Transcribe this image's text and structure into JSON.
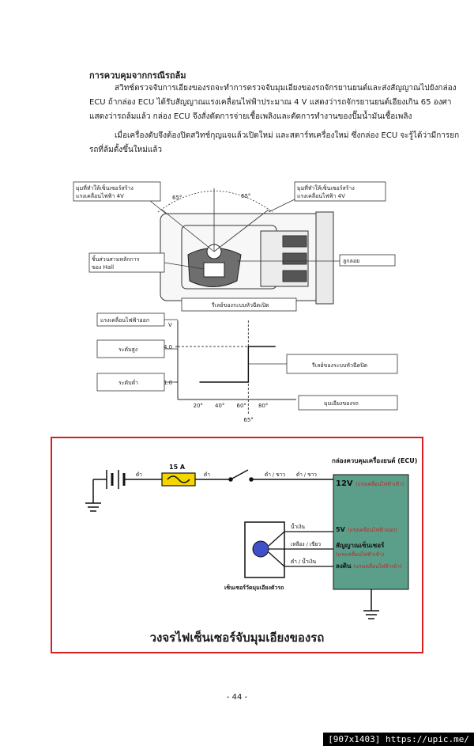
{
  "document": {
    "heading": "การควบคุมจากกรณีรถล้ม",
    "paragraph1": "สวิทช์ตรวจจับการเอียงของรถจะทำการตรวจจับมุมเอียงของรถจักรยานยนต์และส่งสัญญาณไปยังกล่อง ECU ถ้ากล่อง ECU ได้รับสัญญาณแรงเคลื่อนไฟฟ้าประมาณ 4 V แสดงว่ารถจักรยานยนต์เอียงเกิน 65 องศา แสดงว่ารถล้มแล้ว กล่อง ECU จึงสั่งตัดการจ่ายเชื้อเพลิงและตัดการทำงานของปั๊มน้ำมันเชื้อเพลิง",
    "paragraph2": "เมื่อเครื่องดับจึงต้องปิดสวิทช์กุญแจแล้วเปิดใหม่ และสตาร์ทเครื่องใหม่  ซึ่งกล่อง ECU จะรู้ได้ว่ามีการยกรถที่ล้มตั้งขึ้นใหม่แล้ว",
    "page_number": "- 44 -",
    "watermark": "[907x1403] https://upic.me/"
  },
  "sensor_diagram": {
    "label_left_angle": [
      "มุมที่ทำให้เซ็นเซอร์สร้าง",
      "แรงเคลื่อนไฟฟ้า 4V"
    ],
    "label_right_angle": [
      "มุมที่ทำให้เซ็นเซอร์สร้าง",
      "แรงเคลื่อนไฟฟ้า 4V"
    ],
    "angle_left": "65°",
    "angle_right": "65°",
    "label_hall": [
      "ชิ้นส่วนสามหลักการ",
      "ของ Hall"
    ],
    "label_float": "ลูกลอย",
    "label_relay_top": "รีเลย์ของระบบหัวฉีดเปิด",
    "label_output": "แรงเคลื่อนไฟฟ้าออก",
    "label_high": "ระดับสูง",
    "label_low": "ระดับต่ำ",
    "label_relay_bottom": "รีเลย์ของระบบหัวฉีดปิด",
    "label_angle": "มุมเอียงของรถ"
  },
  "chart_data": {
    "type": "line",
    "ylabel": "V",
    "y_ticks": [
      "4.0",
      "1.0"
    ],
    "x_ticks": [
      "20°",
      "40°",
      "60°",
      "80°"
    ],
    "x_marker": "65°",
    "x": [
      20,
      65,
      65,
      90
    ],
    "y": [
      1.0,
      1.0,
      4.0,
      4.0
    ]
  },
  "circuit": {
    "wire_black_1": "ดำ",
    "fuse": "15 A",
    "wire_black_2": "ดำ",
    "wire_bw_1": "ดำ / ขาว",
    "wire_bw_2": "ดำ / ขาว",
    "ecu_title": "กล่องควบคุมเครื่องยนต์ (ECU)",
    "pin_12v": "12V",
    "pin_12v_note": "(แรงเคลื่อนไฟฟ้าเข้า)",
    "pin_5v": "5V",
    "pin_5v_note": "(แรงเคลื่อนไฟฟ้าออก)",
    "pin_signal": "สัญญาณเซ็นเซอร์",
    "pin_signal_note": "(แรงเคลื่อนไฟฟ้าเข้า)",
    "pin_ground": "ลงดิน",
    "pin_ground_note": "(แรงเคลื่อนไฟฟ้าเข้า)",
    "wire_blue": "น้ำเงิน",
    "wire_yellow_green": "เหลือง / เขียว",
    "wire_black_blue": "ดำ / น้ำเงิน",
    "sensor_label": "เซ็นเซอร์วัดมุมเอียงตัวรถ",
    "colors": {
      "ecu_fill": "#5b9f8b",
      "fuse_fill": "#f3d500",
      "box_border": "#d71f1f",
      "note_red": "#cc2020"
    }
  },
  "caption": "วงจรไฟเซ็นเซอร์จับมุมเอียงของรถ"
}
